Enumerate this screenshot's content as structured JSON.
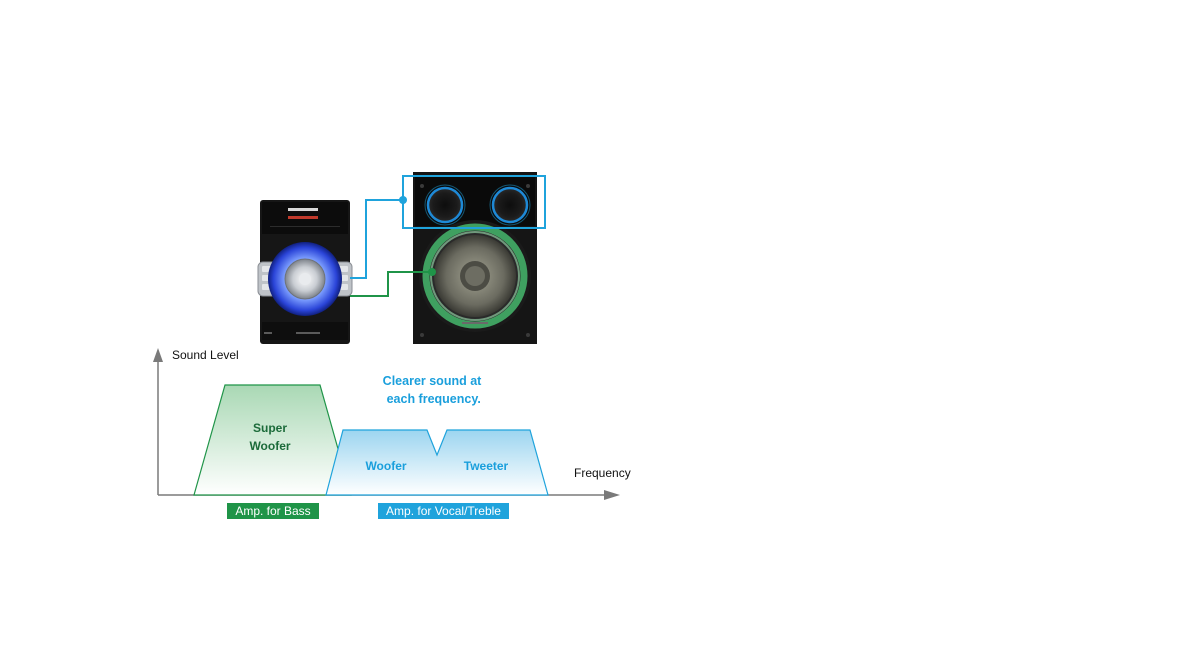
{
  "axes": {
    "y_label": "Sound Level",
    "x_label": "Frequency"
  },
  "bands": {
    "bass_label": "Super\nWoofer",
    "woofer_label": "Woofer",
    "tweeter_label": "Tweeter"
  },
  "note": "Clearer sound at\n each frequency.",
  "amps": {
    "bass": "Amp. for Bass",
    "vocal_treble": "Amp. for Vocal/Treble"
  },
  "colors": {
    "green": "#1f9448",
    "green_dark": "#1c6b3a",
    "blue": "#1fa3dc",
    "blue_text": "#1a9fdc",
    "axis": "#7a7a7a"
  },
  "devices": {
    "main_unit": "stereo-main-unit",
    "speaker": "three-way-speaker"
  }
}
